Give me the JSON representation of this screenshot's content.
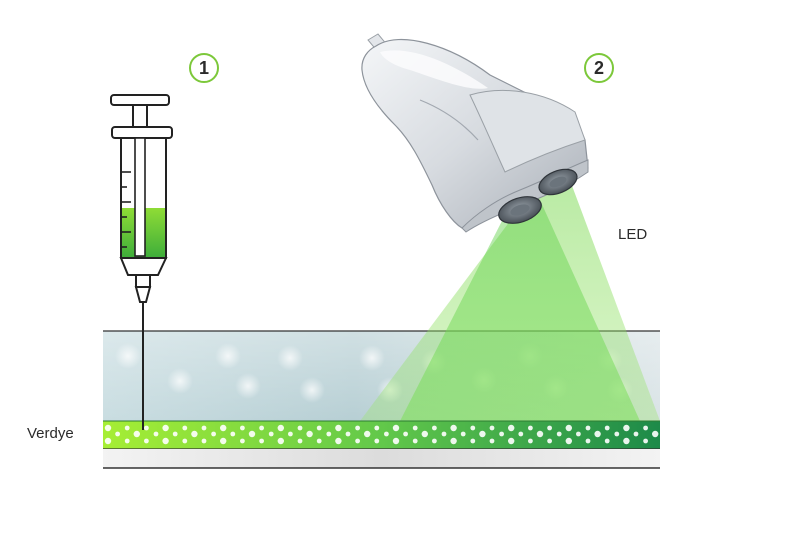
{
  "labels": {
    "dye": "Verdye",
    "light": "LED"
  },
  "steps": [
    {
      "number": "1"
    },
    {
      "number": "2"
    }
  ],
  "colors": {
    "dye_green_light": "#9be637",
    "dye_green_dark": "#1f8f4a",
    "beam_green": "#6cc84f",
    "tissue_blue": "#bcd4d8",
    "badge_ring": "#7cc83a"
  },
  "icons": [
    "syringe-icon",
    "led-lamp-icon"
  ]
}
